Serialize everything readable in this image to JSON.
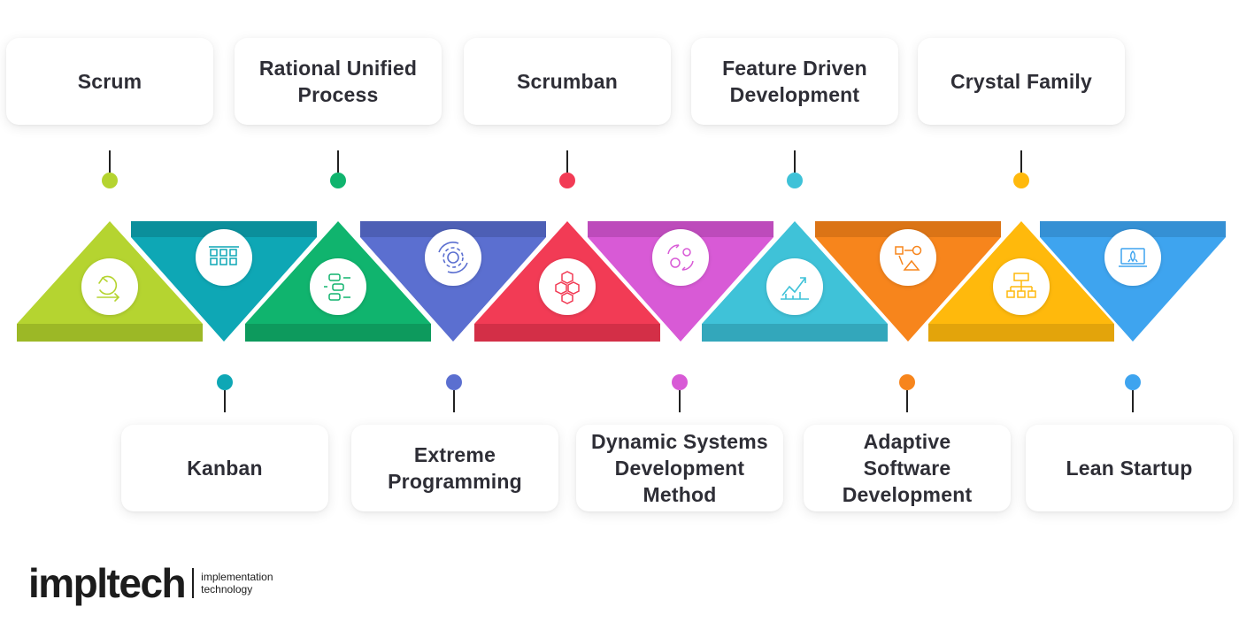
{
  "methods": [
    {
      "label": "Scrum",
      "position": "top",
      "color": "#b5d430",
      "icon": "sprint-cycle-icon"
    },
    {
      "label": "Kanban",
      "position": "bottom",
      "color": "#0ea7b5",
      "icon": "kanban-board-icon"
    },
    {
      "label": "Rational Unified\nProcess",
      "position": "top",
      "color": "#10b46e",
      "icon": "process-flow-icon"
    },
    {
      "label": "Extreme\nProgramming",
      "position": "bottom",
      "color": "#5b6fd0",
      "icon": "gear-cycle-icon"
    },
    {
      "label": "Scrumban",
      "position": "top",
      "color": "#f23b55",
      "icon": "cubes-icon"
    },
    {
      "label": "Dynamic Systems\nDevelopment\nMethod",
      "position": "bottom",
      "color": "#d85ad6",
      "icon": "dynamic-gears-icon"
    },
    {
      "label": "Feature Driven\nDevelopment",
      "position": "top",
      "color": "#3fc2d8",
      "icon": "growth-chart-icon"
    },
    {
      "label": "Adaptive\nSoftware\nDevelopment",
      "position": "bottom",
      "color": "#f7851c",
      "icon": "shapes-icon"
    },
    {
      "label": "Crystal Family",
      "position": "top",
      "color": "#ffb90c",
      "icon": "hierarchy-icon"
    },
    {
      "label": "Lean Startup",
      "position": "bottom",
      "color": "#3ea4ef",
      "icon": "rocket-laptop-icon"
    }
  ],
  "brand": {
    "name": "impltech",
    "tagline": "implementation\ntechnology"
  }
}
